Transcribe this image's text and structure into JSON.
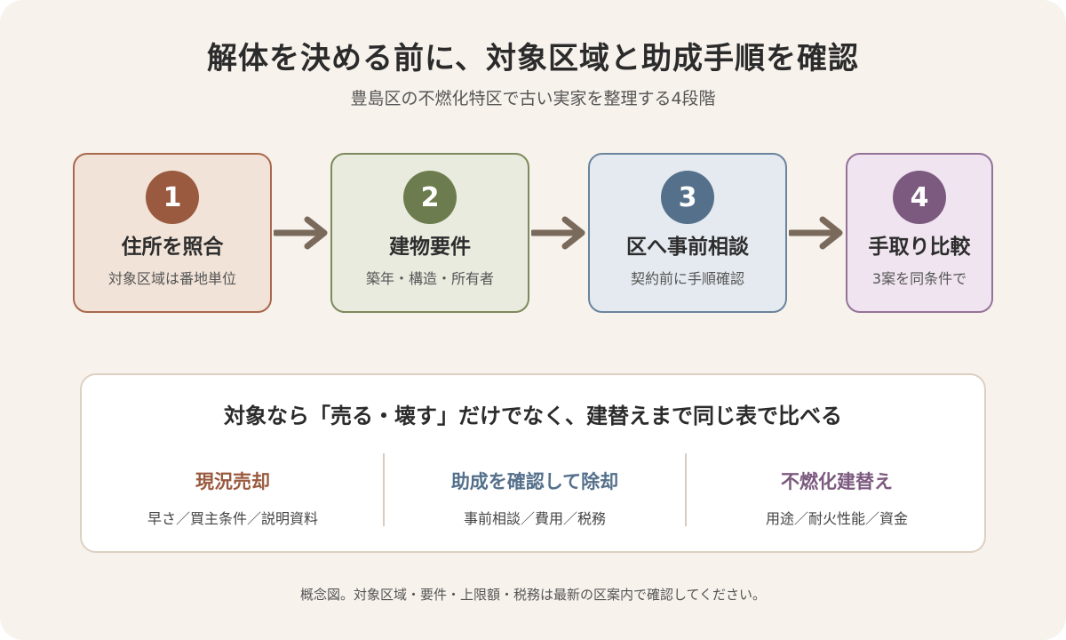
{
  "title": "解体を決める前に、対象区域と助成手順を確認",
  "subtitle": "豊島区の不燃化特区で古い実家を整理する4段階",
  "steps": [
    {
      "number": "1",
      "title": "住所を照合",
      "subtitle": "対象区域は番地単位",
      "accent": "#9a5a3f",
      "fill": "#f1e3d8",
      "border": "#a8694c"
    },
    {
      "number": "2",
      "title": "建物要件",
      "subtitle": "築年・構造・所有者",
      "accent": "#6d7c4e",
      "fill": "#e9ebdf",
      "border": "#7d8a5b"
    },
    {
      "number": "3",
      "title": "区へ事前相談",
      "subtitle": "契約前に手順確認",
      "accent": "#54708b",
      "fill": "#e4eaf0",
      "border": "#6a849d"
    },
    {
      "number": "4",
      "title": "手取り比較",
      "subtitle": "3案を同条件で",
      "accent": "#7c5a7f",
      "fill": "#efe4ef",
      "border": "#94739a"
    }
  ],
  "arrow_color": "#7a6a5c",
  "panel": {
    "title": "対象なら「売る・壊す」だけでなく、建替えまで同じ表で比べる",
    "options": [
      {
        "title": "現況売却",
        "detail": "早さ／買主条件／説明資料",
        "color": "#9a5a3f"
      },
      {
        "title": "助成を確認して除却",
        "detail": "事前相談／費用／税務",
        "color": "#54708b"
      },
      {
        "title": "不燃化建替え",
        "detail": "用途／耐火性能／資金",
        "color": "#7c5a7f"
      }
    ]
  },
  "footnote": "概念図。対象区域・要件・上限額・税務は最新の区案内で確認してください。"
}
